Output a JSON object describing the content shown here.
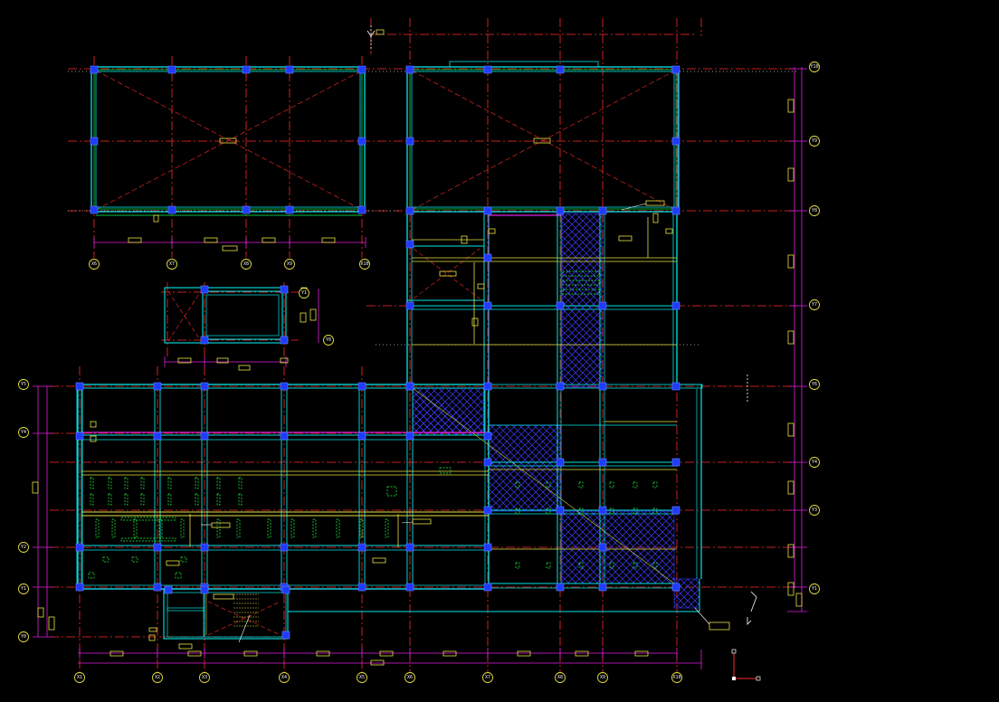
{
  "colors": {
    "background": "#000000",
    "axis": "#ff2a2a",
    "wall": "#00e5e5",
    "beam": "#00c040",
    "column": "#1e3cff",
    "dimension": "#e020e0",
    "tag": "#e8e040",
    "hatch": "#3a3aff",
    "rebar_text": "#20ff40",
    "white": "#ffffff"
  },
  "grid": {
    "x_labels": [
      "X1",
      "X2",
      "X3",
      "X4",
      "X5",
      "X6",
      "X7",
      "X8",
      "X9",
      "X10"
    ],
    "y_labels": [
      "Y0",
      "Y1",
      "Y2",
      "Y3",
      "Y4",
      "Y5",
      "Y6",
      "Y7",
      "Y8",
      "Y9",
      "Y10"
    ],
    "top_x_labels": [
      "X6",
      "X7",
      "X8",
      "X9",
      "X10"
    ],
    "small_block_labels": [
      "Y1",
      "Y0"
    ],
    "left_y_labels": [
      "Y5",
      "Y4",
      "Y2",
      "Y1",
      "Y0"
    ],
    "right_y_labels": [
      "Y10",
      "Y9",
      "Y8",
      "Y7",
      "Y6",
      "Y4",
      "Y3",
      "Y1"
    ]
  },
  "icons": {
    "ucs": "ucs-axis-icon",
    "north": "north-marker-icon"
  }
}
